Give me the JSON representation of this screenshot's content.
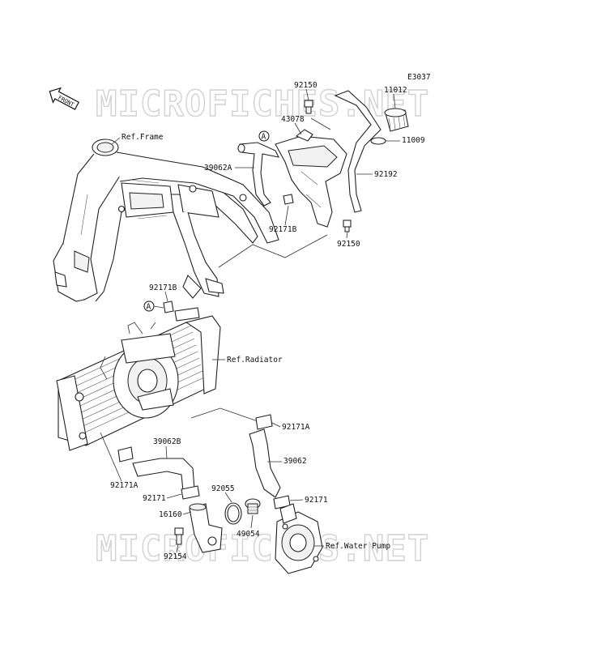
{
  "diagram_code": "E3037",
  "watermark": "MICROFICHES.NET",
  "front_label": "FRONT",
  "references": {
    "frame": "Ref.Frame",
    "radiator": "Ref.Radiator",
    "water_pump": "Ref.Water Pump"
  },
  "callout_marker": "A",
  "parts": {
    "p92150_top": "92150",
    "p11012": "11012",
    "p43078": "43078",
    "p11009": "11009",
    "p39062A": "39062A",
    "p92192": "92192",
    "p92171B_top": "92171B",
    "p92150_bottom": "92150",
    "p92171B_mid": "92171B",
    "p92171A_right": "92171A",
    "p39062B": "39062B",
    "p39062": "39062",
    "p92171A_left": "92171A",
    "p92171_left": "92171",
    "p92055": "92055",
    "p92171_right": "92171",
    "p16160": "16160",
    "p49054": "49054",
    "p92154": "92154"
  }
}
